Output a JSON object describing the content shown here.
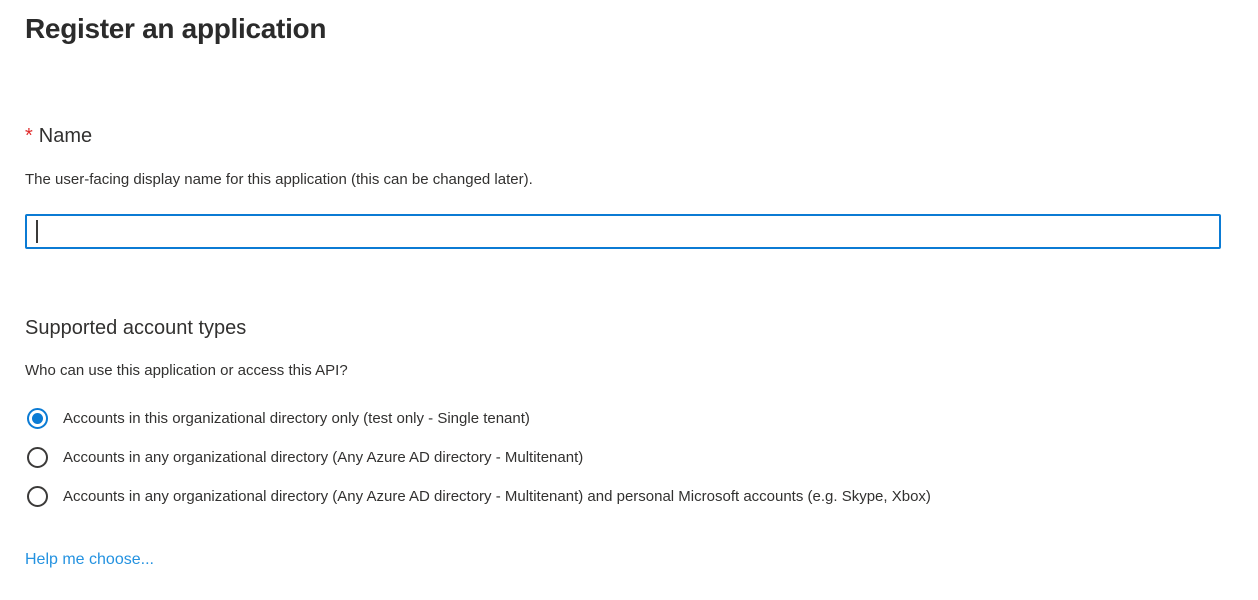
{
  "page": {
    "title": "Register an application"
  },
  "name_field": {
    "required_marker": "*",
    "label": "Name",
    "description": "The user-facing display name for this application (this can be changed later).",
    "value": "",
    "placeholder": ""
  },
  "account_types": {
    "heading": "Supported account types",
    "question": "Who can use this application or access this API?",
    "options": [
      {
        "label": "Accounts in this organizational directory only (test only - Single tenant)",
        "selected": true
      },
      {
        "label": "Accounts in any organizational directory (Any Azure AD directory - Multitenant)",
        "selected": false
      },
      {
        "label": "Accounts in any organizational directory (Any Azure AD directory - Multitenant) and personal Microsoft accounts (e.g. Skype, Xbox)",
        "selected": false
      }
    ],
    "help_link_label": "Help me choose..."
  },
  "colors": {
    "accent_blue": "#0b7bd4",
    "link_blue": "#2492e0",
    "required_red": "#e02b2b",
    "text": "#323130"
  }
}
